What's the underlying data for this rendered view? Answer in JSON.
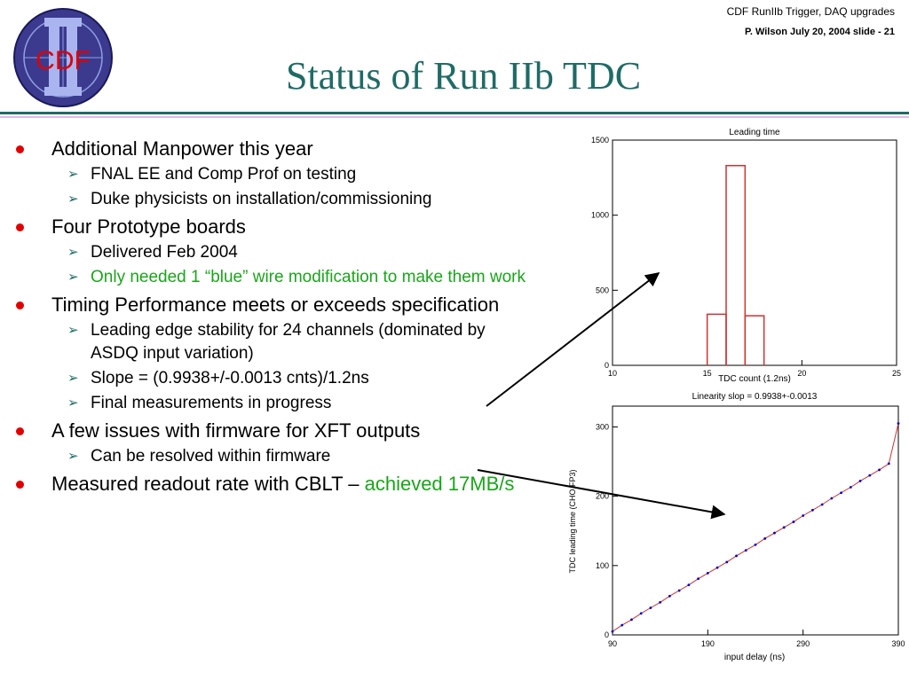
{
  "header": {
    "conference": "CDF RunIIb  Trigger, DAQ upgrades",
    "author_line": "P. Wilson   July 20,  2004  slide - 21",
    "title": "Status of Run IIb TDC"
  },
  "logo": {
    "name": "cdf-run-ii-logo",
    "text": "CDF",
    "numeral": "II"
  },
  "colors": {
    "title": "#1f6b66",
    "bullet": "#e30000",
    "highlight": "#1aa51a",
    "hist": "#cc3333",
    "fit": "#0000cc"
  },
  "bullets": [
    {
      "text": "Additional Manpower this year",
      "sub": [
        {
          "text": "FNAL EE and Comp Prof on testing"
        },
        {
          "text": "Duke physicists on installation/commissioning"
        }
      ]
    },
    {
      "text": "Four Prototype boards",
      "sub": [
        {
          "text": "Delivered Feb 2004"
        },
        {
          "text": "Only needed 1 “blue” wire modification to make them work"
        }
      ]
    },
    {
      "text": "Timing Performance meets or exceeds specification",
      "sub": [
        {
          "text": "Leading edge stability for 24 channels (dominated by ASDQ input variation)"
        },
        {
          "text": "Slope = (0.9938+/-0.0013 cnts)/1.2ns"
        },
        {
          "text": "Final measurements in progress"
        }
      ]
    },
    {
      "text": "A few issues with firmware for XFT outputs",
      "sub": [
        {
          "text": "Can be resolved within firmware"
        }
      ]
    },
    {
      "text_plain": "Measured readout rate with CBLT – ",
      "text_green": "achieved 17MB/s"
    }
  ],
  "chart_data": [
    {
      "type": "bar",
      "title": "Leading time",
      "xlabel": "TDC count (1.2ns)",
      "ylabel": "",
      "xlim": [
        10,
        25
      ],
      "ylim": [
        0,
        1500
      ],
      "xticks": [
        "10",
        "15",
        "20",
        "25"
      ],
      "yticks": [
        "0",
        "500",
        "1000",
        "1500"
      ],
      "bins": [
        {
          "x0": 15,
          "x1": 16,
          "value": 340
        },
        {
          "x0": 16,
          "x1": 17,
          "value": 1330
        },
        {
          "x0": 17,
          "x1": 18,
          "value": 330
        }
      ]
    },
    {
      "type": "line",
      "title": "Linearity slop = 0.9938+-0.0013",
      "xlabel": "input delay (ns)",
      "ylabel": "TDC leading time (CHO FP3)",
      "xlim": [
        90,
        390
      ],
      "ylim": [
        0,
        330
      ],
      "xticks": [
        "90",
        "190",
        "290",
        "390"
      ],
      "yticks": [
        "0",
        "100",
        "200",
        "300"
      ],
      "points": [
        [
          90,
          5
        ],
        [
          100,
          14
        ],
        [
          110,
          22
        ],
        [
          120,
          31
        ],
        [
          130,
          39
        ],
        [
          140,
          47
        ],
        [
          150,
          56
        ],
        [
          160,
          64
        ],
        [
          170,
          72
        ],
        [
          180,
          81
        ],
        [
          190,
          89
        ],
        [
          200,
          97
        ],
        [
          210,
          105
        ],
        [
          220,
          114
        ],
        [
          230,
          122
        ],
        [
          240,
          130
        ],
        [
          250,
          139
        ],
        [
          260,
          147
        ],
        [
          270,
          155
        ],
        [
          280,
          163
        ],
        [
          290,
          172
        ],
        [
          300,
          180
        ],
        [
          310,
          188
        ],
        [
          320,
          197
        ],
        [
          330,
          205
        ],
        [
          340,
          213
        ],
        [
          350,
          222
        ],
        [
          360,
          230
        ],
        [
          370,
          238
        ],
        [
          380,
          247
        ],
        [
          390,
          305
        ]
      ]
    }
  ]
}
